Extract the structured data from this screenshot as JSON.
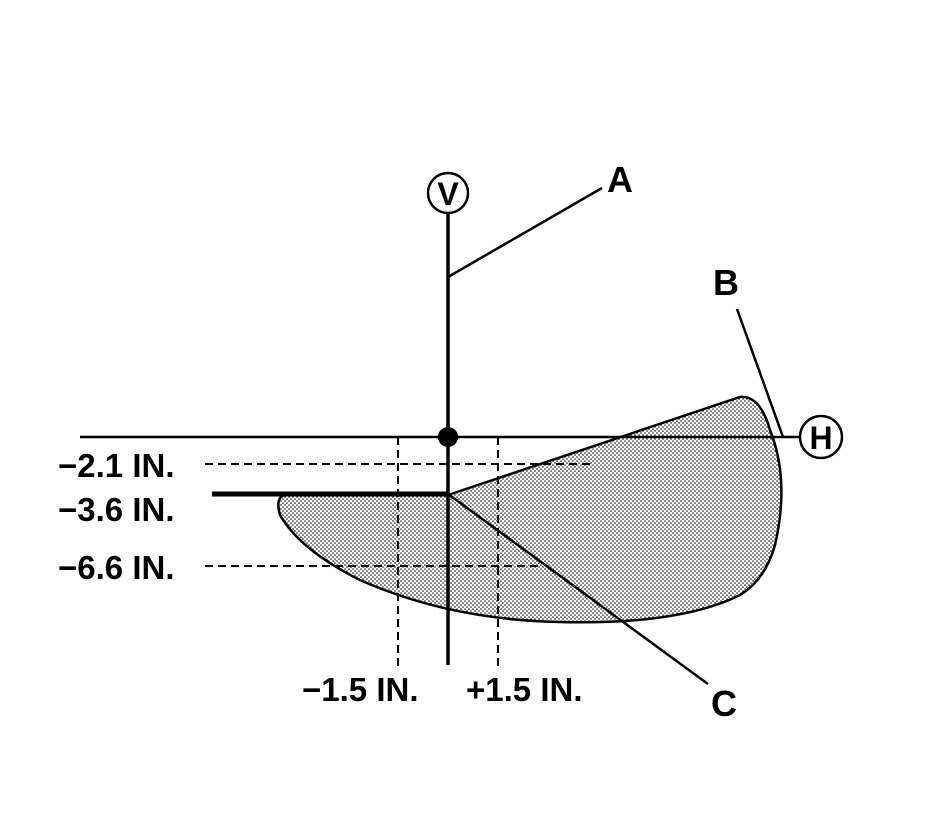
{
  "axes": {
    "vertical": {
      "letter": "V"
    },
    "horizontal": {
      "letter": "H"
    }
  },
  "callouts": {
    "a": "A",
    "b": "B",
    "c": "C"
  },
  "vertical_offsets": {
    "minus_2_1": "−2.1 IN.",
    "minus_3_6": "−3.6 IN.",
    "minus_6_6": "−6.6 IN."
  },
  "horizontal_offsets": {
    "minus_1_5": "−1.5 IN.",
    "plus_1_5": "+1.5 IN."
  },
  "colors": {
    "line": "#000000",
    "background": "#ffffff",
    "beam_pattern_fill": "#d9d9d9"
  }
}
